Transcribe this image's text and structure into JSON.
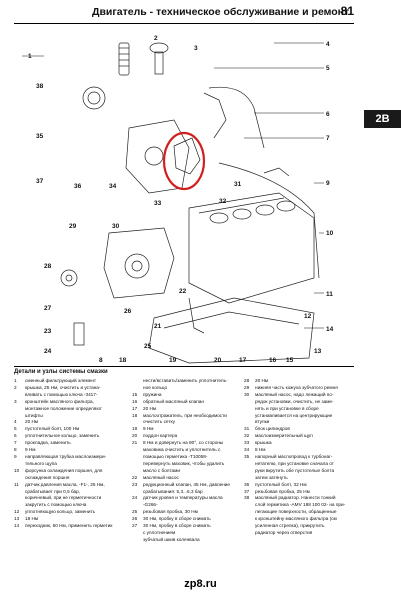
{
  "header": {
    "title": "Двигатель - техническое обслуживание и ремонт",
    "page_number": "81",
    "section_tab": "2B"
  },
  "diagram": {
    "callouts": [
      "1",
      "2",
      "3",
      "4",
      "5",
      "6",
      "7",
      "8",
      "9",
      "10",
      "11",
      "12",
      "13",
      "14",
      "15",
      "16",
      "17",
      "18",
      "19",
      "20",
      "21",
      "22",
      "23",
      "24",
      "25",
      "26",
      "27",
      "28",
      "29",
      "30",
      "31",
      "32",
      "33",
      "34",
      "35",
      "36",
      "37",
      "38"
    ],
    "highlight": "red-circle-around-33"
  },
  "legend": {
    "title": "Детали и узлы системы смазки",
    "col1": [
      {
        "n": "1",
        "t": "сменный фильтрующий элемент"
      },
      {
        "n": "2",
        "t": "крышка, 25 Нм, очистить и устана-"
      },
      {
        "n": "",
        "t": "вливать с помощью ключа -3417-"
      },
      {
        "n": "3",
        "t": "кронштейн масляного фильтра,"
      },
      {
        "n": "",
        "t": "монтажное положение определяют"
      },
      {
        "n": "",
        "t": "штифты"
      },
      {
        "n": "4",
        "t": "20 Нм"
      },
      {
        "n": "5",
        "t": "пустотелый болт, 100 Нм"
      },
      {
        "n": "6",
        "t": "уплотнительное кольцо, заменить"
      },
      {
        "n": "7",
        "t": "прокладка, заменить"
      },
      {
        "n": "8",
        "t": "9 Нм"
      },
      {
        "n": "9",
        "t": "направляющая трубка маслоизмери-"
      },
      {
        "n": "",
        "t": "тельного щупа"
      },
      {
        "n": "10",
        "t": "форсунка охлаждения поршня, для"
      },
      {
        "n": "",
        "t": "охлаждения поршня"
      },
      {
        "n": "11",
        "t": "датчик давления масла, -F1-, 25 Нм,"
      },
      {
        "n": "",
        "t": "срабатывает при 0,5 бар,"
      },
      {
        "n": "",
        "t": "коричневый, при не герметичности"
      },
      {
        "n": "",
        "t": "закрутить с помощью ключа"
      },
      {
        "n": "12",
        "t": "уплотняющую кольцо, заменить"
      },
      {
        "n": "13",
        "t": "18 Нм"
      },
      {
        "n": "14",
        "t": "переходник, 50 Нм, применить герметик"
      }
    ],
    "col2": [
      {
        "n": "",
        "t": "нести/вставить/заменить уплотнитель-"
      },
      {
        "n": "",
        "t": "ное кольцо"
      },
      {
        "n": "15",
        "t": "пружина"
      },
      {
        "n": "16",
        "t": "обратный масляный клапан"
      },
      {
        "n": "17",
        "t": "20 Нм"
      },
      {
        "n": "18",
        "t": "маслоотражатель, при необходимости"
      },
      {
        "n": "",
        "t": "очистить сетку"
      },
      {
        "n": "19",
        "t": "9 Нм"
      },
      {
        "n": "20",
        "t": "поддон картера"
      },
      {
        "n": "21",
        "t": "8 Нм и довернуть на 90°, со стороны"
      },
      {
        "n": "",
        "t": "маховика очистить и уплотнитель с"
      },
      {
        "n": "",
        "t": "помощью герметика -T10058-"
      },
      {
        "n": "",
        "t": "перевернуть маховик, чтобы удалить"
      },
      {
        "n": "",
        "t": "масло с болтами"
      },
      {
        "n": "22",
        "t": "масляный насос"
      },
      {
        "n": "23",
        "t": "редукционный клапан, 45 Нм, давление"
      },
      {
        "n": "",
        "t": "срабатывания: 5,3...6,3 бар"
      },
      {
        "n": "24",
        "t": "датчик уровня и температуры масла"
      },
      {
        "n": "",
        "t": "-G266-"
      },
      {
        "n": "25",
        "t": "резьбовая пробка, 30 Нм"
      },
      {
        "n": "26",
        "t": "30 Нм, пробку в сборе снимать"
      },
      {
        "n": "27",
        "t": "30 Нм, пробку в сборе снимать"
      },
      {
        "n": "",
        "t": "с уплотнением"
      },
      {
        "n": "",
        "t": "зубчатый шкив коленвала"
      }
    ],
    "col3": [
      {
        "n": "28",
        "t": "20 Нм"
      },
      {
        "n": "29",
        "t": "нижняя часть кожуха зубчатого ремня"
      },
      {
        "n": "30",
        "t": "масляный насос, надо лежащий по-"
      },
      {
        "n": "",
        "t": "рядок установки, очистить, не заме-"
      },
      {
        "n": "",
        "t": "нять и при установке в сборе"
      },
      {
        "n": "",
        "t": "устанавливается на центрирующие"
      },
      {
        "n": "",
        "t": "втулки"
      },
      {
        "n": "31",
        "t": "блок цилиндров"
      },
      {
        "n": "32",
        "t": "маслоизмерительный щуп"
      },
      {
        "n": "33",
        "t": "крышка"
      },
      {
        "n": "34",
        "t": "8 Нм"
      },
      {
        "n": "35",
        "t": "напорный маслопровод к турбонаг-"
      },
      {
        "n": "",
        "t": "нетателю, при установке сначала от"
      },
      {
        "n": "",
        "t": "руки вкрутить обе пустотелые болта"
      },
      {
        "n": "",
        "t": "затем затянуть"
      },
      {
        "n": "36",
        "t": "пустотелый болт, 32 Нм"
      },
      {
        "n": "37",
        "t": "резьбовая пробка, 25 Нм"
      },
      {
        "n": "38",
        "t": "масляный радиатор. Нанести тонкий"
      },
      {
        "n": "",
        "t": "слой герметика -AMV 188 100 02- на при-"
      },
      {
        "n": "",
        "t": "легающие поверхности, обращенные"
      },
      {
        "n": "",
        "t": "к кронштейну масляного фильтра (см"
      },
      {
        "n": "",
        "t": "усиленная стрелка), прикрутить"
      },
      {
        "n": "",
        "t": "радиатор через отверстия"
      }
    ]
  },
  "watermark": "zp8.ru"
}
